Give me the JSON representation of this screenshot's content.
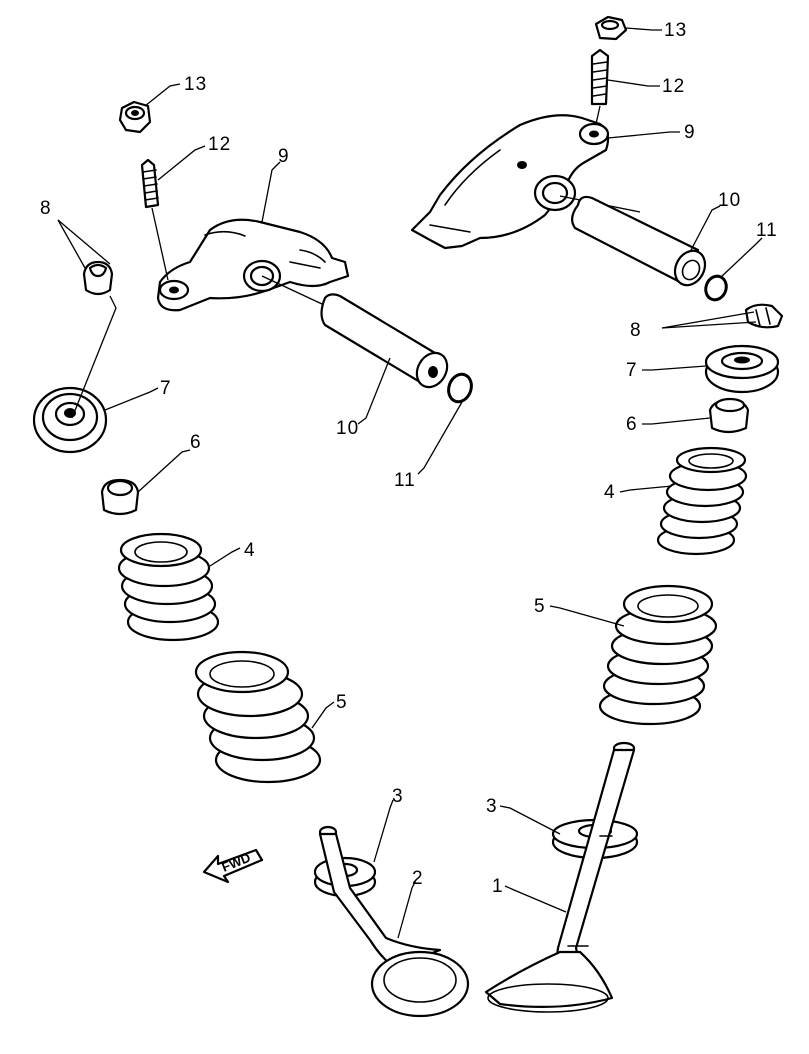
{
  "callouts": {
    "l1": "1",
    "l2": "2",
    "l3a": "3",
    "l3b": "3",
    "l4a": "4",
    "l4b": "4",
    "l5a": "5",
    "l5b": "5",
    "l6a": "6",
    "l6b": "6",
    "l7a": "7",
    "l7b": "7",
    "l8a": "8",
    "l8b": "8",
    "l9a": "9",
    "l9b": "9",
    "l10a": "10",
    "l10b": "10",
    "l11a": "11",
    "l11b": "11",
    "l12a": "12",
    "l12b": "12",
    "l13a": "13",
    "l13b": "13"
  },
  "fwd_label": "FWD",
  "colors": {
    "ink": "#000000",
    "paper": "#ffffff"
  }
}
